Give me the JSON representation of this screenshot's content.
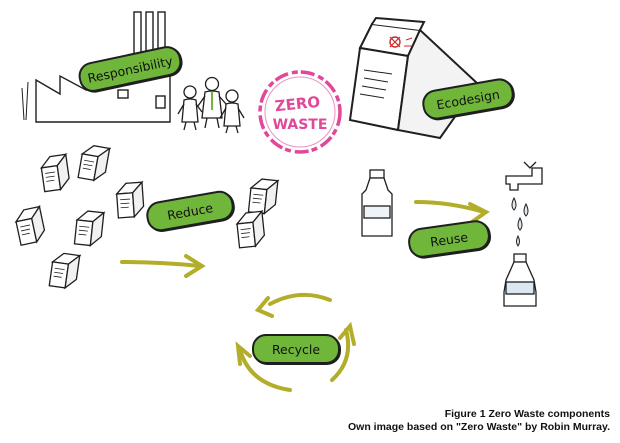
{
  "labels": {
    "responsibility": "Responsibility",
    "ecodesign": "Ecodesign",
    "reduce": "Reduce",
    "reuse": "Reuse",
    "recycle": "Recycle"
  },
  "stamp": {
    "line1": "ZERO",
    "line2": "WASTE"
  },
  "caption": {
    "line1": "Figure 1 Zero Waste components",
    "line2": "Own image based on \"Zero Waste\" by Robin Murray."
  },
  "colors": {
    "pill_green": "#6fb63a",
    "stamp_pink": "#e0489a",
    "arrow_olive": "#b3ae2a",
    "ink": "#1f1f1f"
  }
}
